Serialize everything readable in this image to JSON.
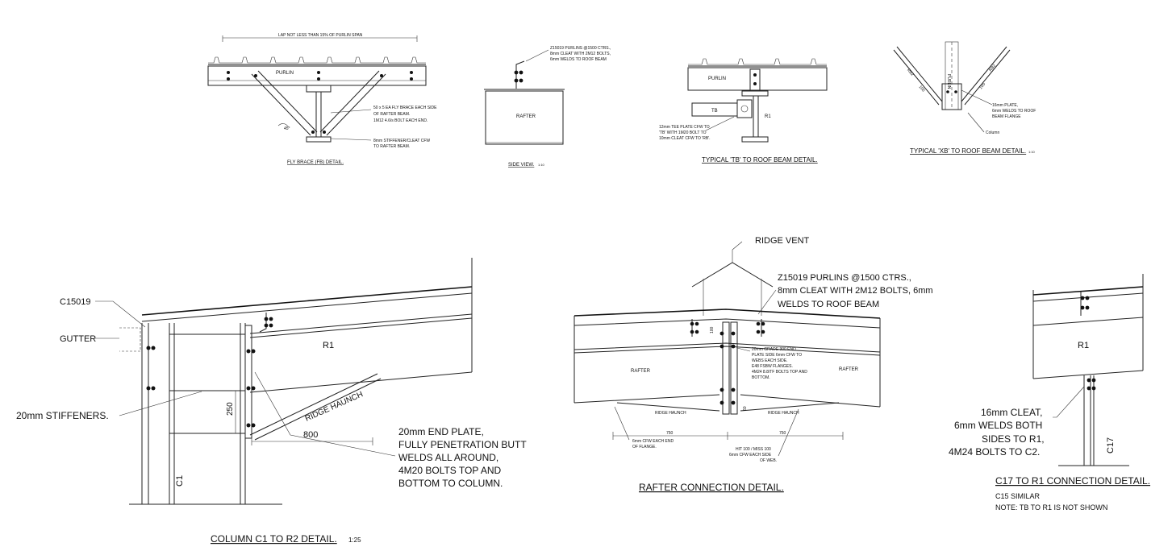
{
  "details": {
    "fly_brace": {
      "title": "FLY BRACE (FB) DETAIL.",
      "lap": "LAP NOT LESS THAN 15% OF PURLIN SPAN",
      "purlin": "PURLIN",
      "note1": [
        "50 x 5 EA FLY BRACE EACH SIDE",
        "OF RAFTER BEAM.",
        "1M12 4.6/s BOLT EACH END."
      ],
      "note2": [
        "8mm STIFFENER/CLEAT CFW",
        "TO RAFTER BEAM."
      ],
      "angle": "45°"
    },
    "side_view": {
      "title": "SIDE VIEW.",
      "scale": "1:10",
      "rafter": "RAFTER",
      "note": [
        "Z15019 PURLINS @1500 CTRS.,",
        "8mm CLEAT WITH 2M12 BOLTS,",
        "6mm WELDS TO ROOF BEAM"
      ]
    },
    "tb": {
      "title": "TYPICAL 'TB' TO ROOF BEAM DETAIL.",
      "purlin": "PURLIN",
      "tb": "TB",
      "r1": "R1",
      "note": [
        "12mm TEE PLATE CFW TO",
        "'TB' WITH 1M20 BOLT TO",
        "10mm CLEAT CFW TO 'RB'."
      ]
    },
    "xb": {
      "title": "TYPICAL 'XB' TO ROOF BEAM DETAIL.",
      "scale": "1:10",
      "labels": [
        "RB2",
        "RB2",
        "PURLIN",
        "100",
        "100"
      ],
      "note": [
        "16mm PLATE,",
        "6mm WELDS TO ROOF",
        "BEAM FLANGE"
      ],
      "column": "Column"
    },
    "column": {
      "title": "COLUMN C1 TO R2 DETAIL.",
      "scale": "1:25",
      "c15019": "C15019",
      "gutter": "GUTTER",
      "stiffeners": "20mm STIFFENERS.",
      "r1": "R1",
      "haunch": "RIDGE HAUNCH",
      "dim250": "250",
      "dim800": "800",
      "c1": "C1",
      "note": [
        "20mm END PLATE,",
        "FULLY PENETRATION BUTT",
        "WELDS ALL AROUND,",
        "4M20 BOLTS TOP AND",
        "BOTTOM TO COLUMN."
      ]
    },
    "rafter_conn": {
      "title": "RAFTER CONNECTION DETAIL.",
      "ridge_vent": "RIDGE VENT",
      "purlin_note": [
        "Z15019 PURLINS @1500 CTRS.,",
        "8mm CLEAT WITH 2M12 BOLTS, 6mm",
        "WELDS TO ROOF BEAM"
      ],
      "rafter_l": "RAFTER",
      "rafter_r": "RAFTER",
      "haunch_l": "RIDGE HAUNCH",
      "haunch_r": "RIDGE HAUNCH",
      "dim_l": "750",
      "dim_r": "750",
      "d100": "100",
      "d60": "60",
      "plate_note": [
        "20mm GRADE 300 END",
        "PLATE SIDE 6mm CFW TO",
        "WEBS EACH SIDE.",
        "E48 FSBW FLANGES.",
        "4M24 8.8/TF BOLTS TOP AND",
        "BOTTOM."
      ],
      "cfw_note": [
        "6mm CFW EACH END",
        "OF FLANGE."
      ],
      "hit_note": [
        "HIT 100 / MISS 100",
        "6mm CFW EACH SIDE",
        "OF WEB."
      ]
    },
    "c17": {
      "title": "C17 TO R1 CONNECTION DETAIL.",
      "sub1": "C15 SIMILAR",
      "sub2": "NOTE: TB TO R1 IS NOT SHOWN",
      "r1": "R1",
      "c17": "C17",
      "note": [
        "16mm CLEAT,",
        "6mm WELDS BOTH",
        "SIDES TO R1,",
        "4M24 BOLTS TO C2."
      ]
    }
  }
}
